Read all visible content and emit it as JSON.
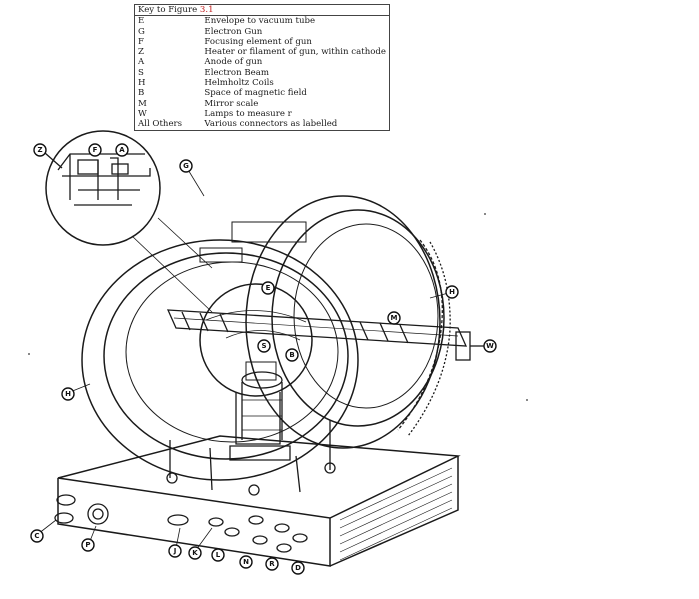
{
  "key": {
    "caption": "Key to Figure",
    "figure_number": "3.1",
    "rows": [
      {
        "code": "E",
        "desc": "Envelope to vacuum tube"
      },
      {
        "code": "G",
        "desc": "Electron Gun"
      },
      {
        "code": "F",
        "desc": "Focusing element of gun"
      },
      {
        "code": "Z",
        "desc": "Heater or filament of gun, within cathode"
      },
      {
        "code": "A",
        "desc": "Anode of gun"
      },
      {
        "code": "S",
        "desc": "Electron Beam"
      },
      {
        "code": "H",
        "desc": "Helmholtz Coils"
      },
      {
        "code": "B",
        "desc": "Space of magnetic field"
      },
      {
        "code": "M",
        "desc": "Mirror scale"
      },
      {
        "code": "W",
        "desc": "Lamps to measure r"
      },
      {
        "code": "All Others",
        "desc": "Various connectors as labelled"
      }
    ]
  },
  "labels": {
    "Z": "Z",
    "F": "F",
    "A": "A",
    "G": "G",
    "E": "E",
    "S": "S",
    "B": "B",
    "H_right": "H",
    "H_left": "H",
    "M": "M",
    "W": "W",
    "C": "C",
    "P": "P",
    "J": "J",
    "K": "K",
    "L": "L",
    "N": "N",
    "R": "R",
    "D": "D"
  }
}
